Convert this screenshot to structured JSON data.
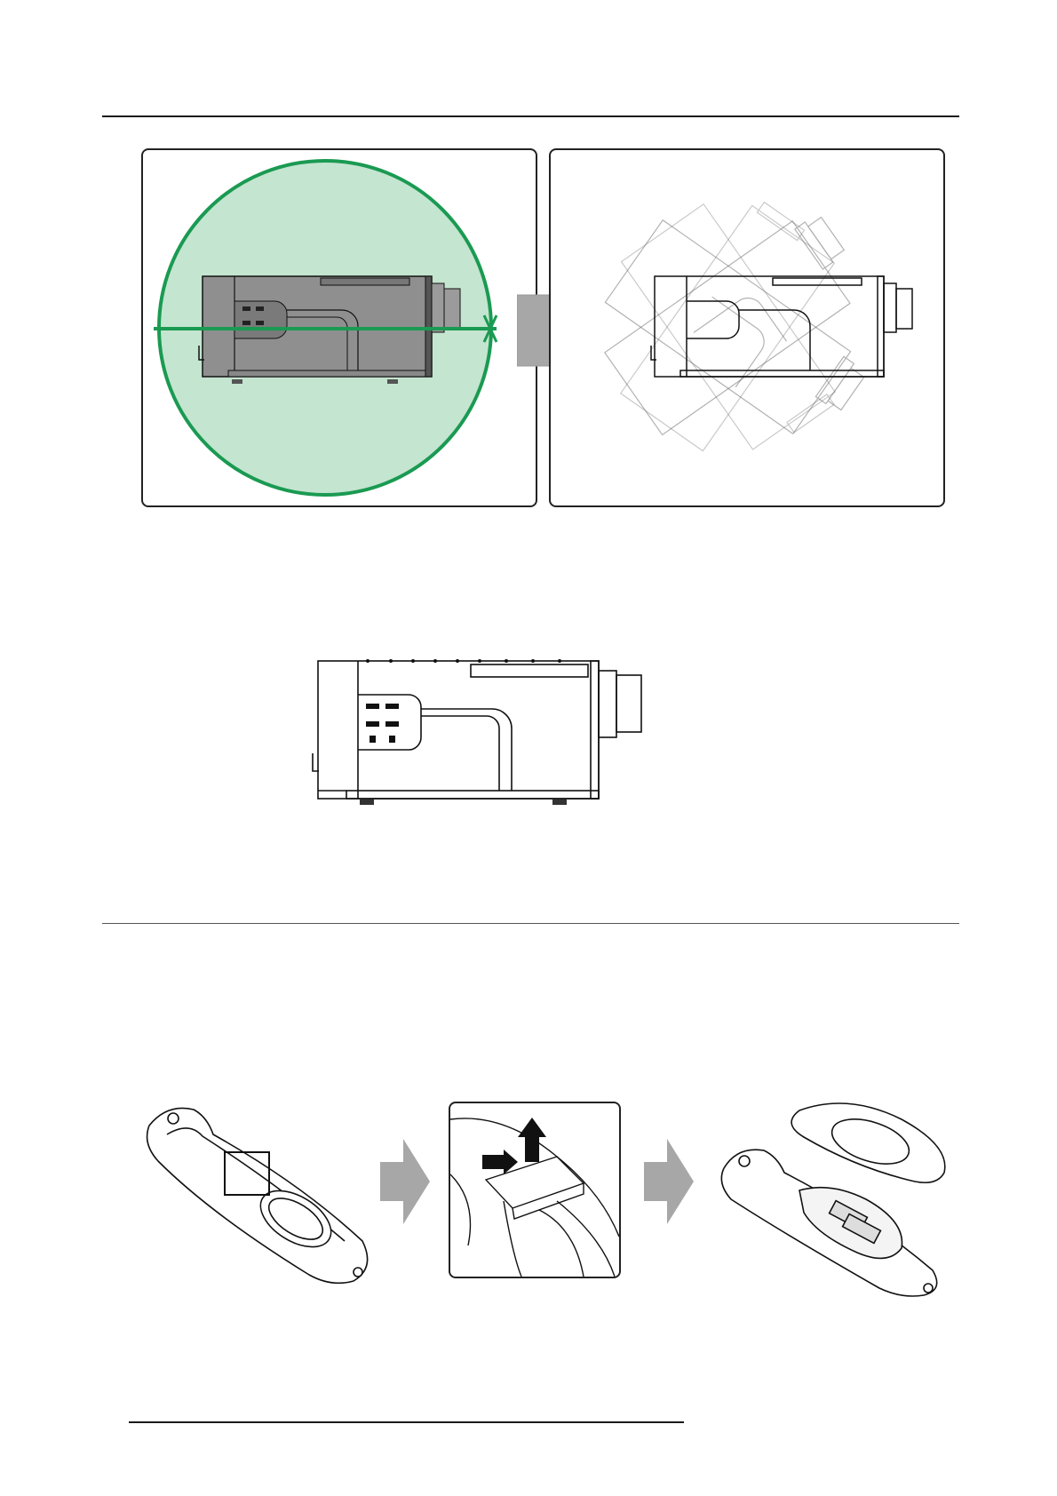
{
  "page": {
    "sections": [
      {
        "name": "rotation-figure",
        "panels": [
          "rotation-range",
          "rotated-positions"
        ]
      },
      {
        "name": "projector-side-view"
      },
      {
        "name": "remote-battery-figure",
        "steps": 3
      }
    ]
  },
  "colors": {
    "rotation_fill": "#c4e5d0",
    "rotation_stroke": "#1a9a52",
    "arrow_fill": "#a7a7a7",
    "projector_body": "#8f8f8f",
    "line": "#1a1a1a"
  },
  "icons": [
    "arrow-right-icon",
    "push-arrow-icon",
    "lift-arrow-icon"
  ]
}
